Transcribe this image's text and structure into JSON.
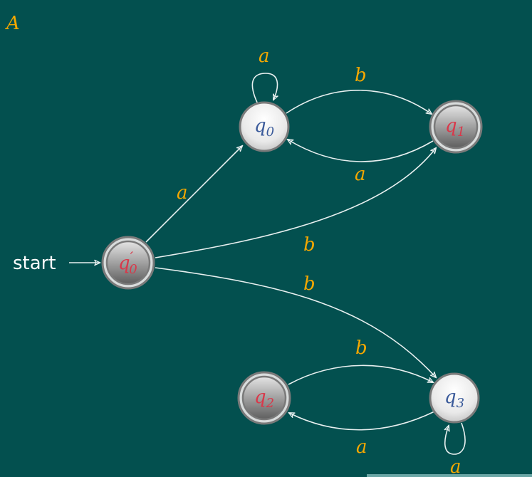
{
  "title": "A",
  "start_label": "start",
  "states": {
    "q0p": {
      "base": "q",
      "sub": "0",
      "prime": "′",
      "accepting": true
    },
    "q0": {
      "base": "q",
      "sub": "0",
      "accepting": false
    },
    "q1": {
      "base": "q",
      "sub": "1",
      "accepting": true
    },
    "q2": {
      "base": "q",
      "sub": "2",
      "accepting": true
    },
    "q3": {
      "base": "q",
      "sub": "3",
      "accepting": false
    }
  },
  "transitions": {
    "q0_self": "a",
    "q0_q1": "b",
    "q1_q0": "a",
    "q0p_q0": "a",
    "q0p_q1": "b",
    "q0p_q3": "b",
    "q2_q3": "b",
    "q3_q2": "a",
    "q3_self": "a"
  },
  "colors": {
    "background": "#03504f",
    "label": "#f5a800",
    "accepting_text": "#d9384a",
    "normal_text": "#3a5a9a",
    "edge": "#e8f0f0"
  }
}
